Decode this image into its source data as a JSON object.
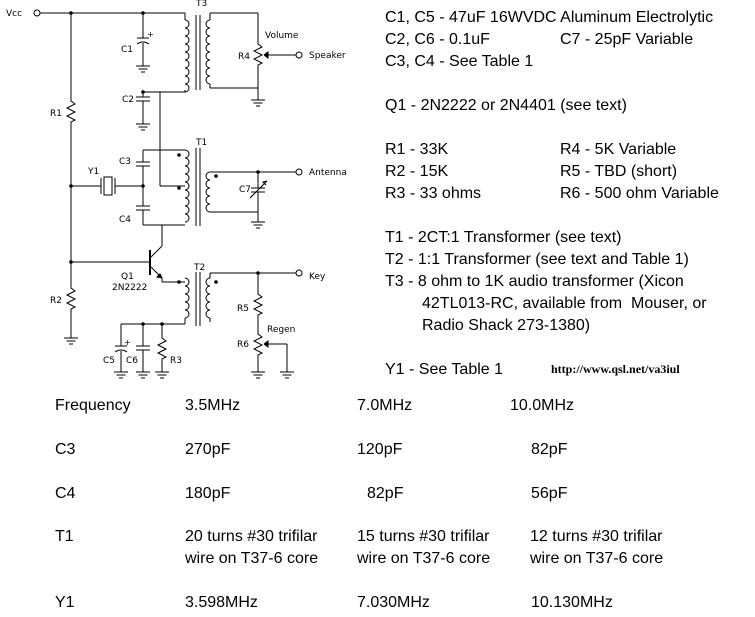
{
  "schematic": {
    "labels": {
      "vcc": "Vcc",
      "t3": "T3",
      "t1": "T1",
      "t2": "T2",
      "c1": "C1",
      "c2": "C2",
      "c3": "C3",
      "c4": "C4",
      "c5": "C5",
      "c6": "C6",
      "c7": "C7",
      "r1": "R1",
      "r2": "R2",
      "r3": "R3",
      "r4": "R4",
      "r5": "R5",
      "r6": "R6",
      "y1": "Y1",
      "q1": "Q1",
      "q1_part": "2N2222",
      "volume": "Volume",
      "speaker": "Speaker",
      "antenna": "Antenna",
      "key": "Key",
      "regen": "Regen",
      "plus": "+"
    }
  },
  "parts_list": [
    {
      "left": "C1, C5 - 47uF 16WVDC Aluminum Electrolytic",
      "right": ""
    },
    {
      "left": "C2, C6 - 0.1uF",
      "right": "C7 - 25pF Variable"
    },
    {
      "left": "C3, C4 - See Table 1",
      "right": ""
    },
    {
      "gap": true
    },
    {
      "left": "Q1 - 2N2222 or 2N4401 (see text)",
      "right": ""
    },
    {
      "gap": true
    },
    {
      "left": "R1 - 33K",
      "right": "R4 - 5K Variable"
    },
    {
      "left": "R2 - 15K",
      "right": "R5 - TBD (short)"
    },
    {
      "left": "R3 - 33 ohms",
      "right": "R6 - 500 ohm Variable"
    },
    {
      "gap": true
    },
    {
      "left": "T1 - 2CT:1 Transformer (see text)",
      "right": ""
    },
    {
      "left": "T2 - 1:1 Transformer (see text and Table 1)",
      "right": ""
    },
    {
      "left": "T3 - 8 ohm to 1K audio transformer (Xicon",
      "right": ""
    },
    {
      "left": "42TL013-RC, available from  Mouser, or",
      "right": "",
      "indent": true
    },
    {
      "left": "Radio Shack 273-1380)",
      "right": "",
      "indent": true
    },
    {
      "gap": true
    },
    {
      "left": "Y1 - See Table 1",
      "right": ""
    }
  ],
  "url": "http://www.qsl.net/va3iul",
  "table": {
    "header": [
      "Frequency",
      "3.5MHz",
      "7.0MHz",
      "10.0MHz"
    ],
    "rows": [
      [
        "C3",
        "270pF",
        "120pF",
        "82pF"
      ],
      [
        "C4",
        "180pF",
        "82pF",
        "56pF"
      ],
      [
        "T1",
        "20 turns #30 trifilar\nwire on T37-6 core",
        "15 turns #30 trifilar\nwire on T37-6 core",
        "12 turns #30 trifilar\nwire on T37-6 core"
      ],
      [
        "Y1",
        "3.598MHz",
        "7.030MHz",
        "10.130MHz"
      ]
    ]
  }
}
